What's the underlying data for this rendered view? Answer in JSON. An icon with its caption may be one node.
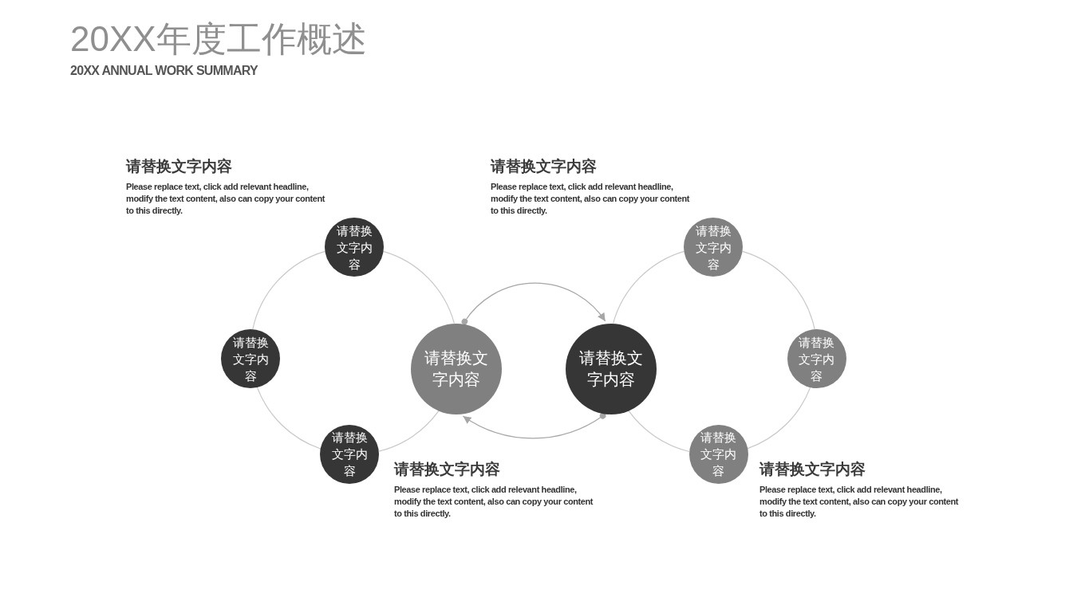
{
  "diagram": {
    "title": "20XX年度工作概述",
    "nodes": [
      {
        "text": [
          "请替换文字内容"
        ]
      },
      {
        "text": [
          "请替换文字内容"
        ]
      },
      {
        "text": [
          "请替换文字内容"
        ]
      },
      {
        "text": [
          "请替换文字内容"
        ]
      },
      {
        "text": [
          "请替换文字内容"
        ]
      },
      {
        "text": [
          "请替换文字内容"
        ]
      },
      {
        "text": [
          "请替换文字内容"
        ]
      },
      {
        "text": [
          "请替换文字内容"
        ]
      }
    ],
    "edges": [
      {
        "from": 0,
        "to": 1,
        "arrow": "none"
      },
      {
        "from": 1,
        "to": 2,
        "arrow": "none"
      },
      {
        "from": 2,
        "to": 3,
        "arrow": "none"
      },
      {
        "from": 3,
        "to": 0,
        "arrow": "none"
      },
      {
        "from": 4,
        "to": 5,
        "arrow": "none"
      },
      {
        "from": 5,
        "to": 6,
        "arrow": "none"
      },
      {
        "from": 6,
        "to": 7,
        "arrow": "none"
      },
      {
        "from": 7,
        "to": 4,
        "arrow": "none"
      },
      {
        "from": 3,
        "to": 4,
        "arrow": "to",
        "color": "#a6a6a6"
      },
      {
        "from": 4,
        "to": 3,
        "arrow": "to",
        "color": "#a6a6a6"
      }
    ],
    "labels": [
      "20XX ANNUAL WORK SUMMARY",
      "请替换文字内容",
      "Please replace text, click add relevant headline, modify the text content, also can copy your content to this directly.",
      "请替换文字内容",
      "Please replace text, click add relevant headline, modify the text content, also can copy your content to this directly.",
      "请替换文字内容",
      "Please replace text, click add relevant headline, modify the text content, also can copy your content to this directly.",
      "请替换文字内容",
      "Please replace text, click add relevant headline, modify the text content, also can copy your content to this directly."
    ]
  }
}
